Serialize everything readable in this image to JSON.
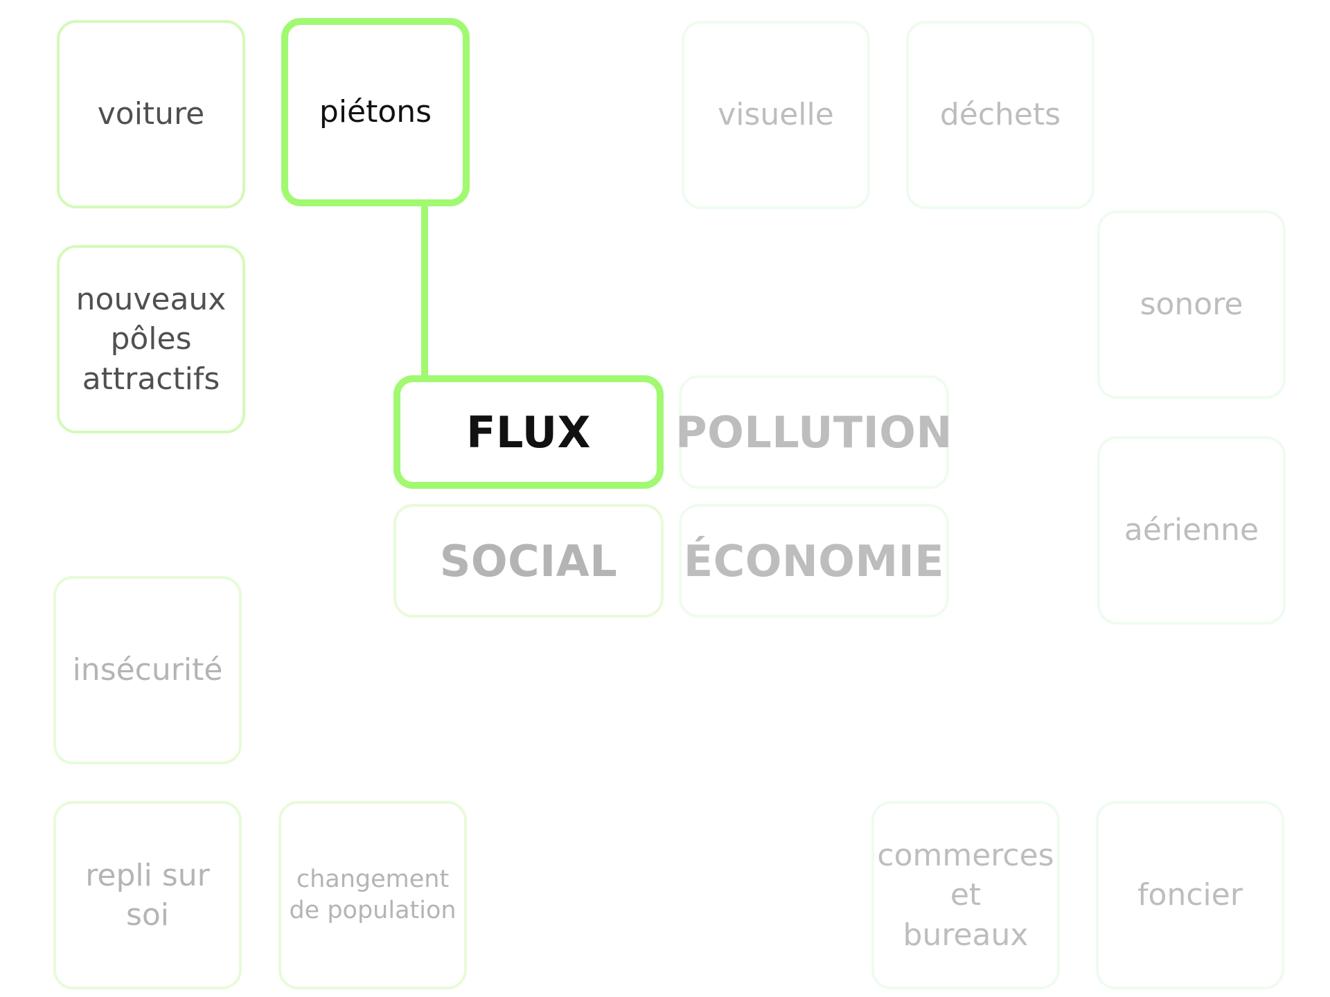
{
  "hubs": {
    "flux": "FLUX",
    "pollution": "POLLUTION",
    "social": "SOCIAL",
    "economie": "ÉCONOMIE"
  },
  "flux": {
    "voiture": "voiture",
    "pietons": "piétons",
    "poles": "nouveaux\npôles\nattractifs"
  },
  "pollution": {
    "visuelle": "visuelle",
    "dechets": "déchets",
    "sonore": "sonore",
    "aerienne": "aérienne"
  },
  "social": {
    "insecurite": "insécurité",
    "repli": "repli sur\nsoi",
    "changement": "changement\nde population"
  },
  "economie": {
    "commerces": "commerces\net\nbureaux",
    "foncier": "foncier"
  },
  "colors": {
    "active_border": "#a1f972",
    "connector": "#a1f972"
  }
}
